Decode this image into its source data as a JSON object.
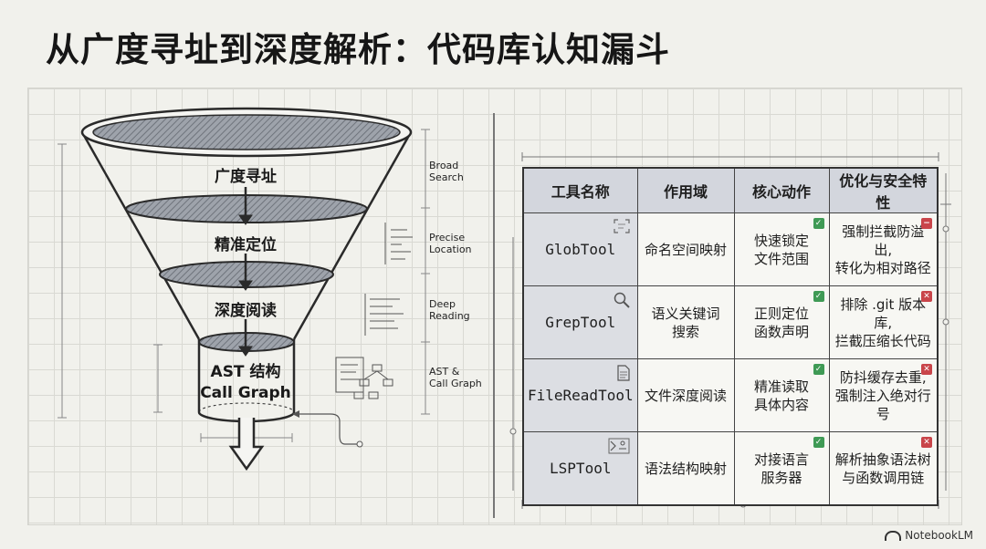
{
  "title": "从广度寻址到深度解析：代码库认知漏斗",
  "funnel": {
    "stages": [
      {
        "label": "广度寻址",
        "side_label": [
          "Broad",
          "Search"
        ]
      },
      {
        "label": "精准定位",
        "side_label": [
          "Precise",
          "Location"
        ]
      },
      {
        "label": "深度阅读",
        "side_label": [
          "Deep",
          "Reading"
        ]
      },
      {
        "label": [
          "AST 结构",
          "Call Graph"
        ],
        "side_label": [
          "AST &",
          "Call Graph"
        ]
      }
    ]
  },
  "table": {
    "headers": [
      "工具名称",
      "作用域",
      "核心动作",
      "优化与安全特性"
    ],
    "rows": [
      {
        "tool": "GlobTool",
        "scope": "命名空间映射",
        "action": [
          "快速锁定",
          "文件范围"
        ],
        "feature": [
          "强制拦截防溢出,",
          "转化为相对路径"
        ],
        "icon": "scan-icon",
        "action_status": "ok",
        "feature_status": "minus"
      },
      {
        "tool": "GrepTool",
        "scope": [
          "语义关键词",
          "搜索"
        ],
        "action": [
          "正则定位",
          "函数声明"
        ],
        "feature": [
          "排除 .git 版本库,",
          "拦截压缩长代码"
        ],
        "icon": "search-icon",
        "action_status": "ok",
        "feature_status": "no"
      },
      {
        "tool": "FileReadTool",
        "scope": "文件深度阅读",
        "action": [
          "精准读取",
          "具体内容"
        ],
        "feature": [
          "防抖缓存去重,",
          "强制注入绝对行号"
        ],
        "icon": "document-icon",
        "action_status": "ok",
        "feature_status": "no"
      },
      {
        "tool": "LSPTool",
        "scope": "语法结构映射",
        "action": [
          "对接语言",
          "服务器"
        ],
        "feature": [
          "解析抽象语法树",
          "与函数调用链"
        ],
        "icon": "code-graph-icon",
        "action_status": "ok",
        "feature_status": "no"
      }
    ]
  },
  "brand": "NotebookLM"
}
